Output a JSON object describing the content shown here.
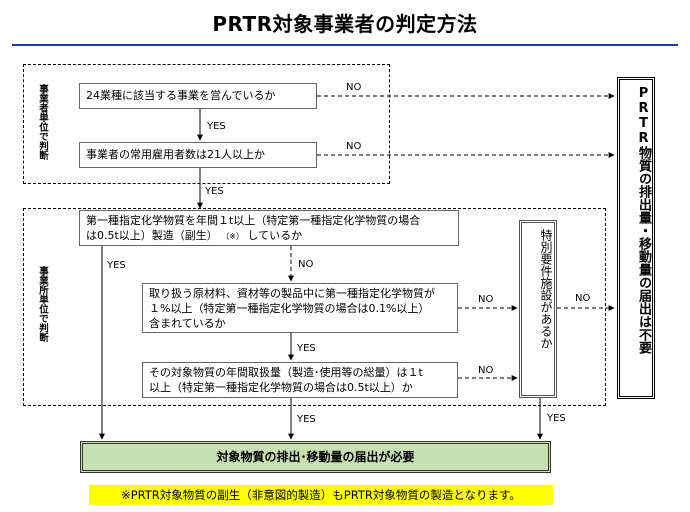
{
  "title": "PRTR対象事業者の判定方法",
  "section_business": "事業者単位で判断",
  "section_site": "事業所単位で判断",
  "q1": "24業種に該当する事業を営んでいるか",
  "q2": "事業者の常用雇用者数は21人以上か",
  "q3": {
    "line1": "第一種指定化学物質を年間１t以上（特定第一種指定化学物質の場合",
    "line2_a": "は0.5t以上）製造（副生）",
    "line2_mark": "（※）",
    "line2_b": "しているか"
  },
  "q4": {
    "line1": "取り扱う原材料、資材等の製品中に第一種指定化学物質が",
    "line2": "１%以上（特定第一種指定化学物質の場合は0.1%以上）",
    "line3": "含まれているか"
  },
  "q5": {
    "line1": "その対象物質の年間取扱量（製造･使用等の総量）は１t",
    "line2": "以上（特定第一種指定化学物質の場合は0.5t以上）か"
  },
  "q6": "特別要件施設があるか",
  "result_not_required": "PRTR物質の排出量・移動量の届出は不要",
  "result_required": "対象物質の排出･移動量の届出が必要",
  "note": "※PRTR対象物質の副生（非意図的製造）もPRTR対象物質の製造となります。",
  "labels": {
    "yes": "YES",
    "no": "NO"
  }
}
